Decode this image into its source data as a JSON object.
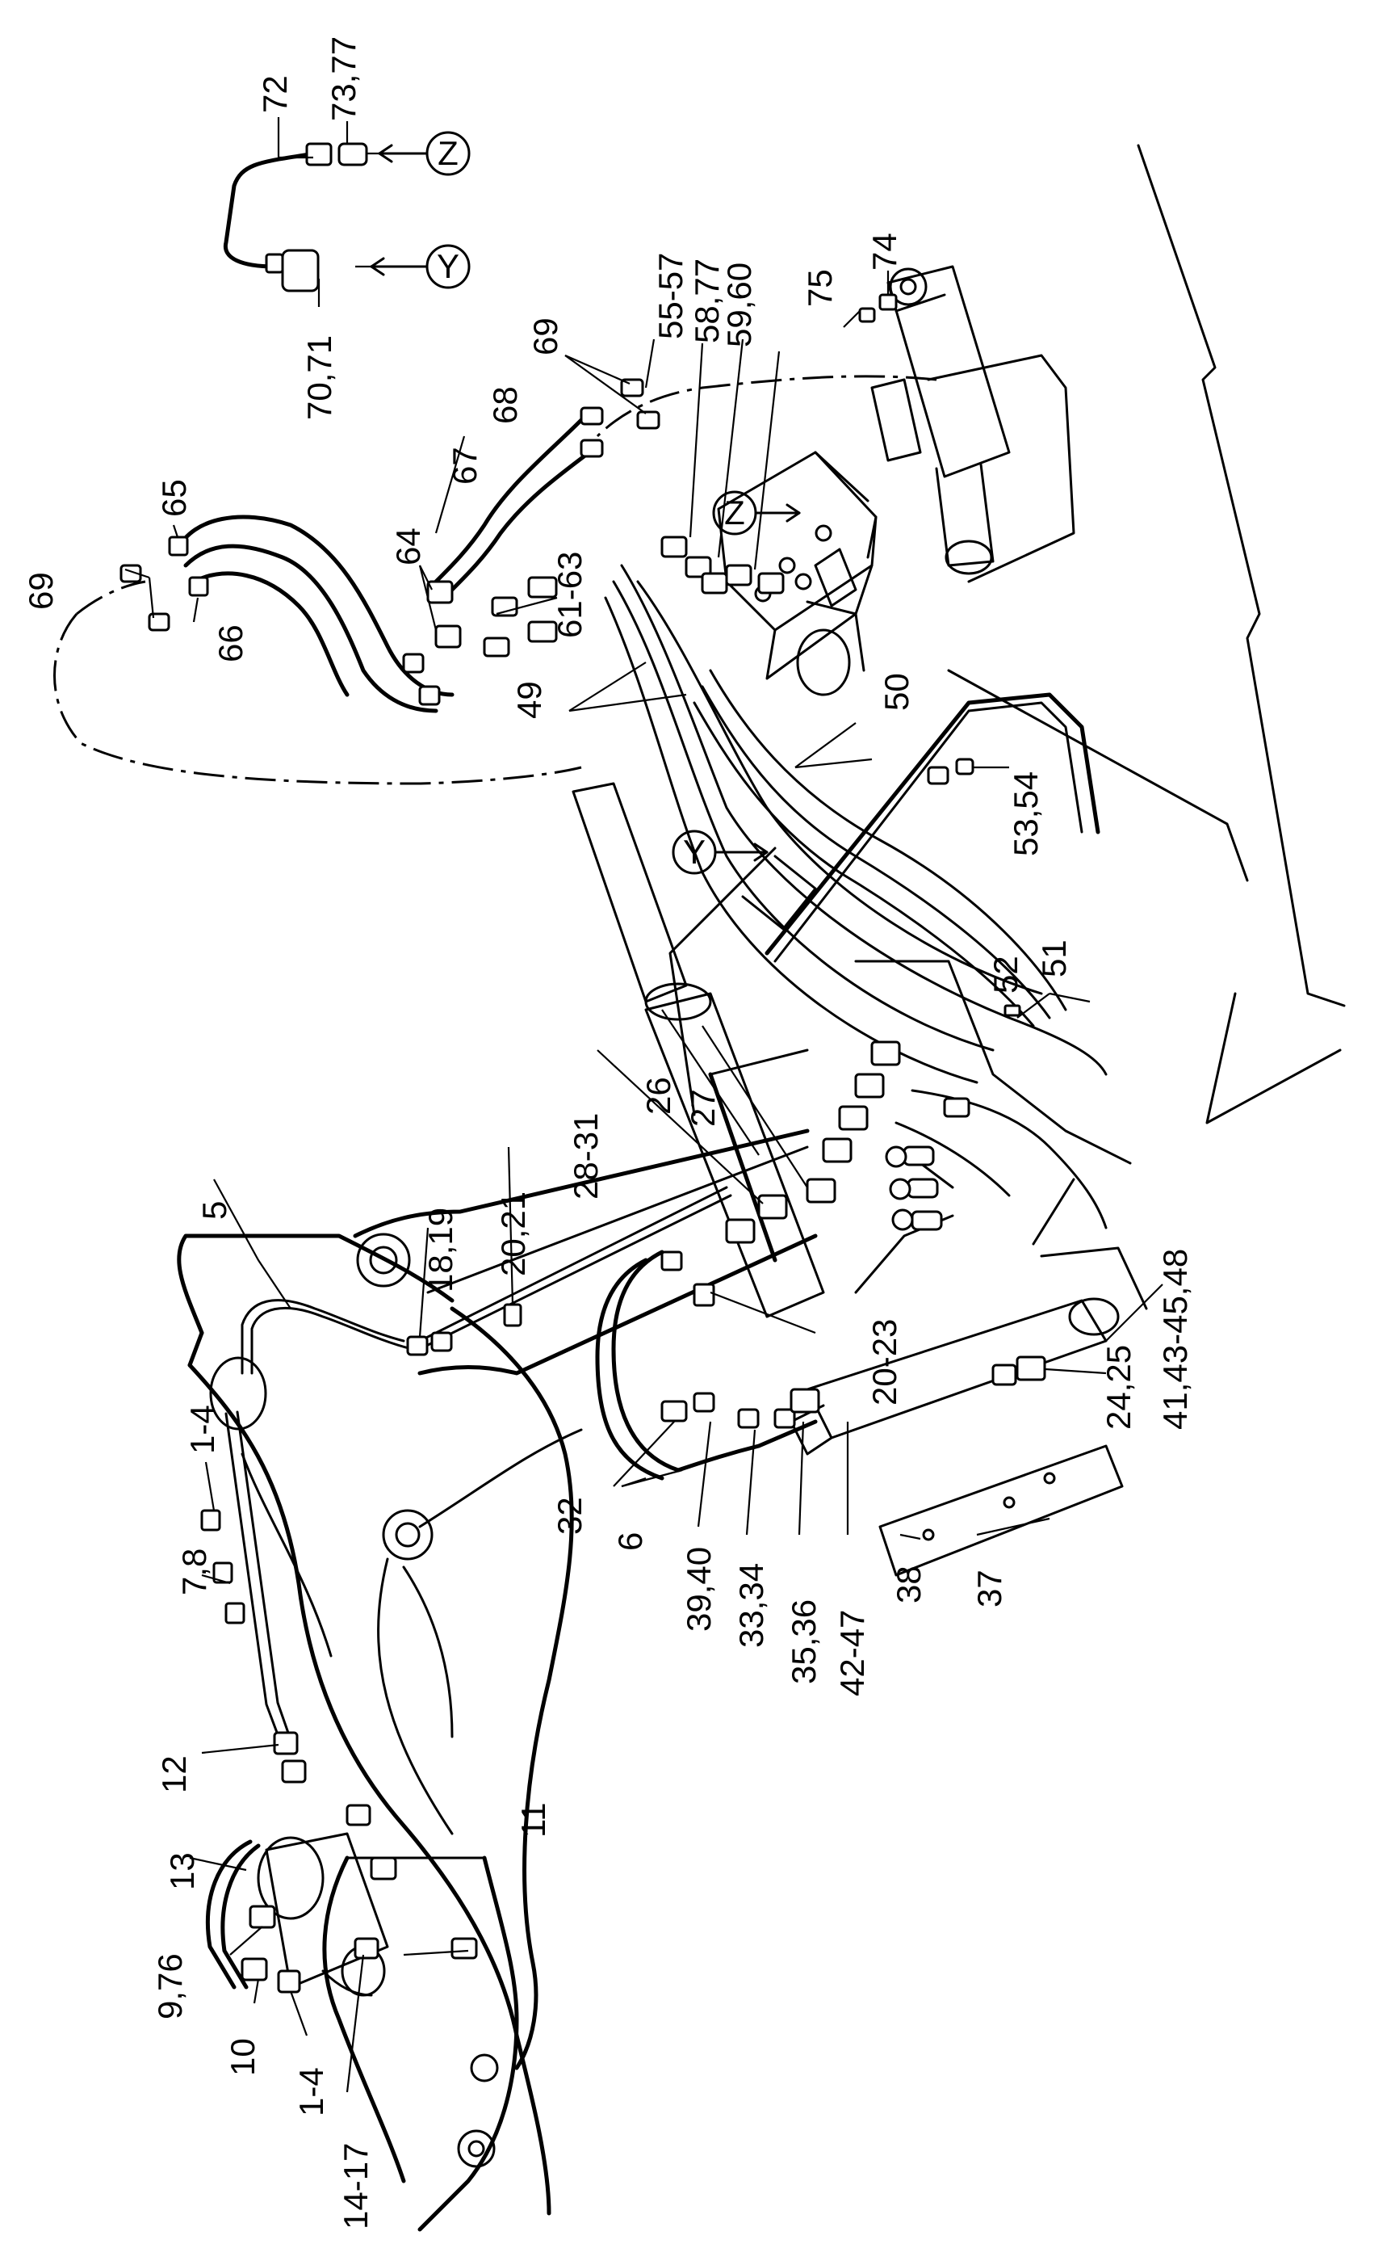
{
  "diagram": {
    "part_labels": {
      "p1": "72",
      "p2": "73,77",
      "p3": "70,71",
      "p4": "75",
      "p5": "74",
      "p6": "55-57",
      "p7": "58,77",
      "p8": "59,60",
      "p9": "69",
      "p10": "68",
      "p11": "67",
      "p12": "65",
      "p13": "69",
      "p14": "66",
      "p15": "64",
      "p16": "61-63",
      "p17": "49",
      "p18": "50",
      "p19": "53,54",
      "p20": "51",
      "p21": "52",
      "p22": "26",
      "p23": "27",
      "p24": "28-31",
      "p25": "20,21",
      "p26": "18,19",
      "p27": "5",
      "p28": "20-23",
      "p29": "41,43-45,48",
      "p30": "24,25",
      "p31": "32",
      "p32": "39,40",
      "p33": "33,34",
      "p34": "35,36",
      "p35": "42-47",
      "p36": "38",
      "p37": "37",
      "p38": "6",
      "p39": "1-4",
      "p40": "7,8",
      "p41": "12",
      "p42": "13",
      "p43": "9,76",
      "p44": "10",
      "p45": "1-4",
      "p46": "14-17",
      "p47": "11"
    },
    "view_markers": {
      "z_top": "Z",
      "y_top": "Y",
      "z_valve": "Z",
      "y_boom": "Y"
    }
  }
}
